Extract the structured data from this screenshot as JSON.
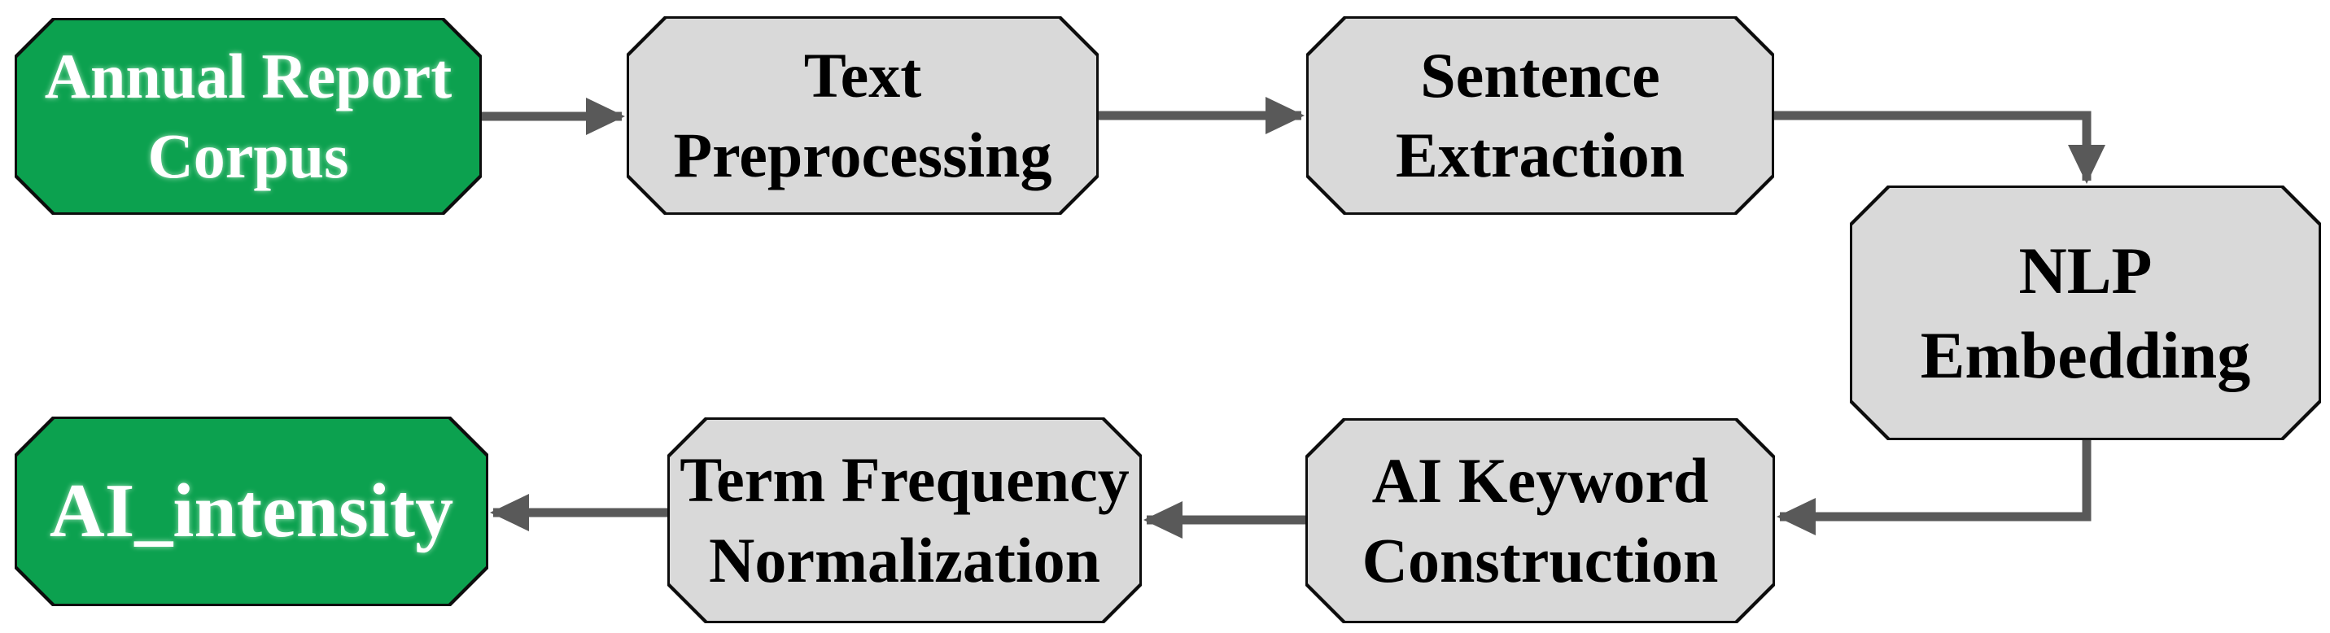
{
  "diagram": {
    "type": "flowchart",
    "node_shape": "octagon",
    "colors": {
      "start_end_fill": "#0ca14f",
      "process_fill": "#d9d9d9",
      "node_border": "#0d0d0d",
      "arrow": "#595959",
      "text_on_green": "#ffffff",
      "text_on_gray": "#000000",
      "background": "#ffffff"
    },
    "nodes": [
      {
        "id": "annual-report-corpus",
        "label": "Annual Report\nCorpus",
        "fill": "green"
      },
      {
        "id": "text-preprocessing",
        "label": "Text\nPreprocessing",
        "fill": "gray"
      },
      {
        "id": "sentence-extraction",
        "label": "Sentence\nExtraction",
        "fill": "gray"
      },
      {
        "id": "nlp-embedding",
        "label": "NLP Embedding",
        "fill": "gray"
      },
      {
        "id": "ai-keyword-construction",
        "label": "AI Keyword\nConstruction",
        "fill": "gray"
      },
      {
        "id": "term-frequency-normalization",
        "label": "Term Frequency\nNormalization",
        "fill": "gray"
      },
      {
        "id": "ai-intensity",
        "label": "AI_intensity",
        "fill": "green"
      }
    ],
    "edges": [
      {
        "from": "annual-report-corpus",
        "to": "text-preprocessing"
      },
      {
        "from": "text-preprocessing",
        "to": "sentence-extraction"
      },
      {
        "from": "sentence-extraction",
        "to": "nlp-embedding"
      },
      {
        "from": "nlp-embedding",
        "to": "ai-keyword-construction"
      },
      {
        "from": "ai-keyword-construction",
        "to": "term-frequency-normalization"
      },
      {
        "from": "term-frequency-normalization",
        "to": "ai-intensity"
      }
    ]
  }
}
